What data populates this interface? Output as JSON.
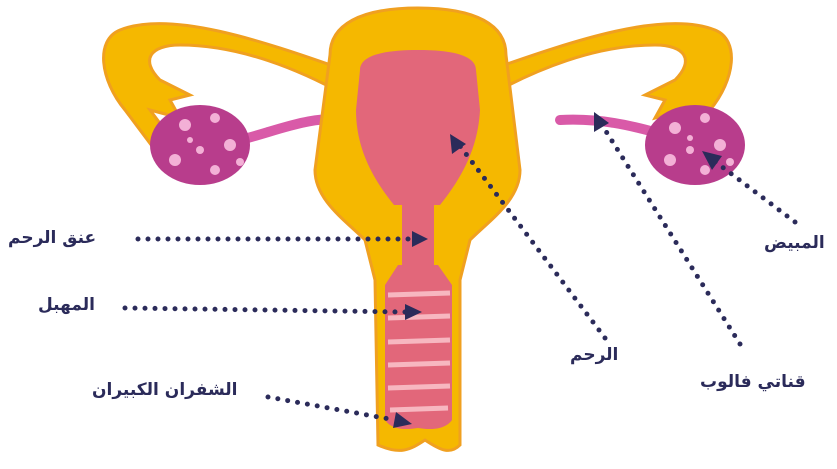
{
  "labels": {
    "cervix": "عنق الرحم",
    "vagina": "المهبل",
    "labia_majora": "الشفران الكبيران",
    "uterus": "الرحم",
    "fallopian_tube": "قناتي فالوب",
    "ovary": "المبيض"
  },
  "colors": {
    "outer_body": "#f5b800",
    "outer_edge": "#f0a020",
    "inner_pink": "#e2677a",
    "tube_pink": "#d95aa8",
    "ovary": "#b83d8c",
    "ovary_spots": "#f3b0d6",
    "stripes": "#f7b7c0",
    "arrow_dots": "#2b2b5a",
    "label_text": "#2b2b5a"
  }
}
